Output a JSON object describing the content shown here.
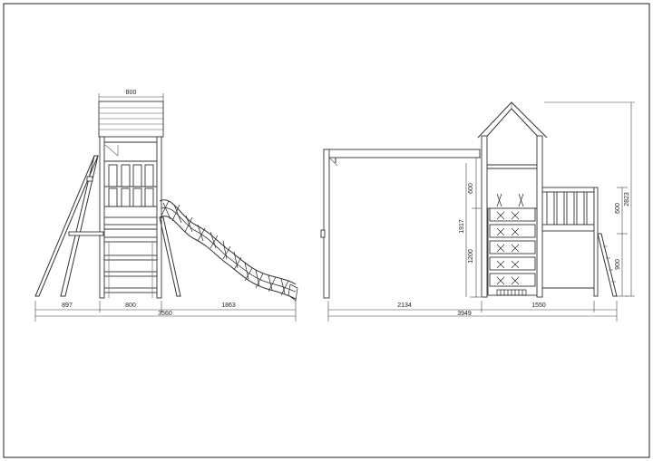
{
  "left_view": {
    "roof_width": "800",
    "dim_left": "897",
    "dim_tower": "800",
    "dim_slide": "1863",
    "total_width": "3560"
  },
  "right_view": {
    "dim_600_upper": "600",
    "dim_1917": "1917",
    "dim_1200": "1200",
    "dim_600_right": "600",
    "dim_900": "900",
    "dim_2823": "2823",
    "dim_swing": "2134",
    "dim_1550": "1550",
    "total_width": "3949"
  }
}
